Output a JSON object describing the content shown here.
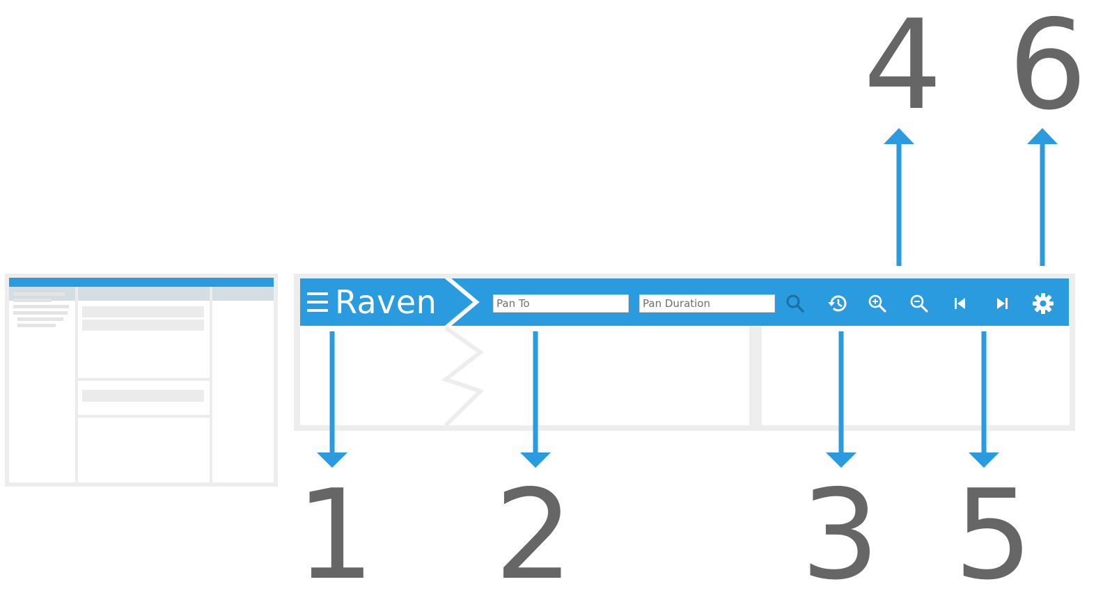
{
  "app": {
    "name": "Raven",
    "toolbar": {
      "pan_to_placeholder": "Pan To",
      "pan_duration_placeholder": "Pan Duration",
      "buttons": [
        {
          "icon": "search-icon"
        },
        {
          "icon": "history-icon"
        },
        {
          "icon": "zoom-in-icon"
        },
        {
          "icon": "zoom-out-icon"
        },
        {
          "icon": "skip-previous-icon"
        },
        {
          "icon": "skip-next-icon"
        },
        {
          "icon": "gear-icon"
        }
      ]
    }
  },
  "callouts": [
    "1",
    "2",
    "3",
    "4",
    "5",
    "6"
  ],
  "colors": {
    "accent": "#2a9bdf",
    "search_icon": "#1b6fa3",
    "callout_text": "#666666",
    "frame": "#ededed"
  }
}
